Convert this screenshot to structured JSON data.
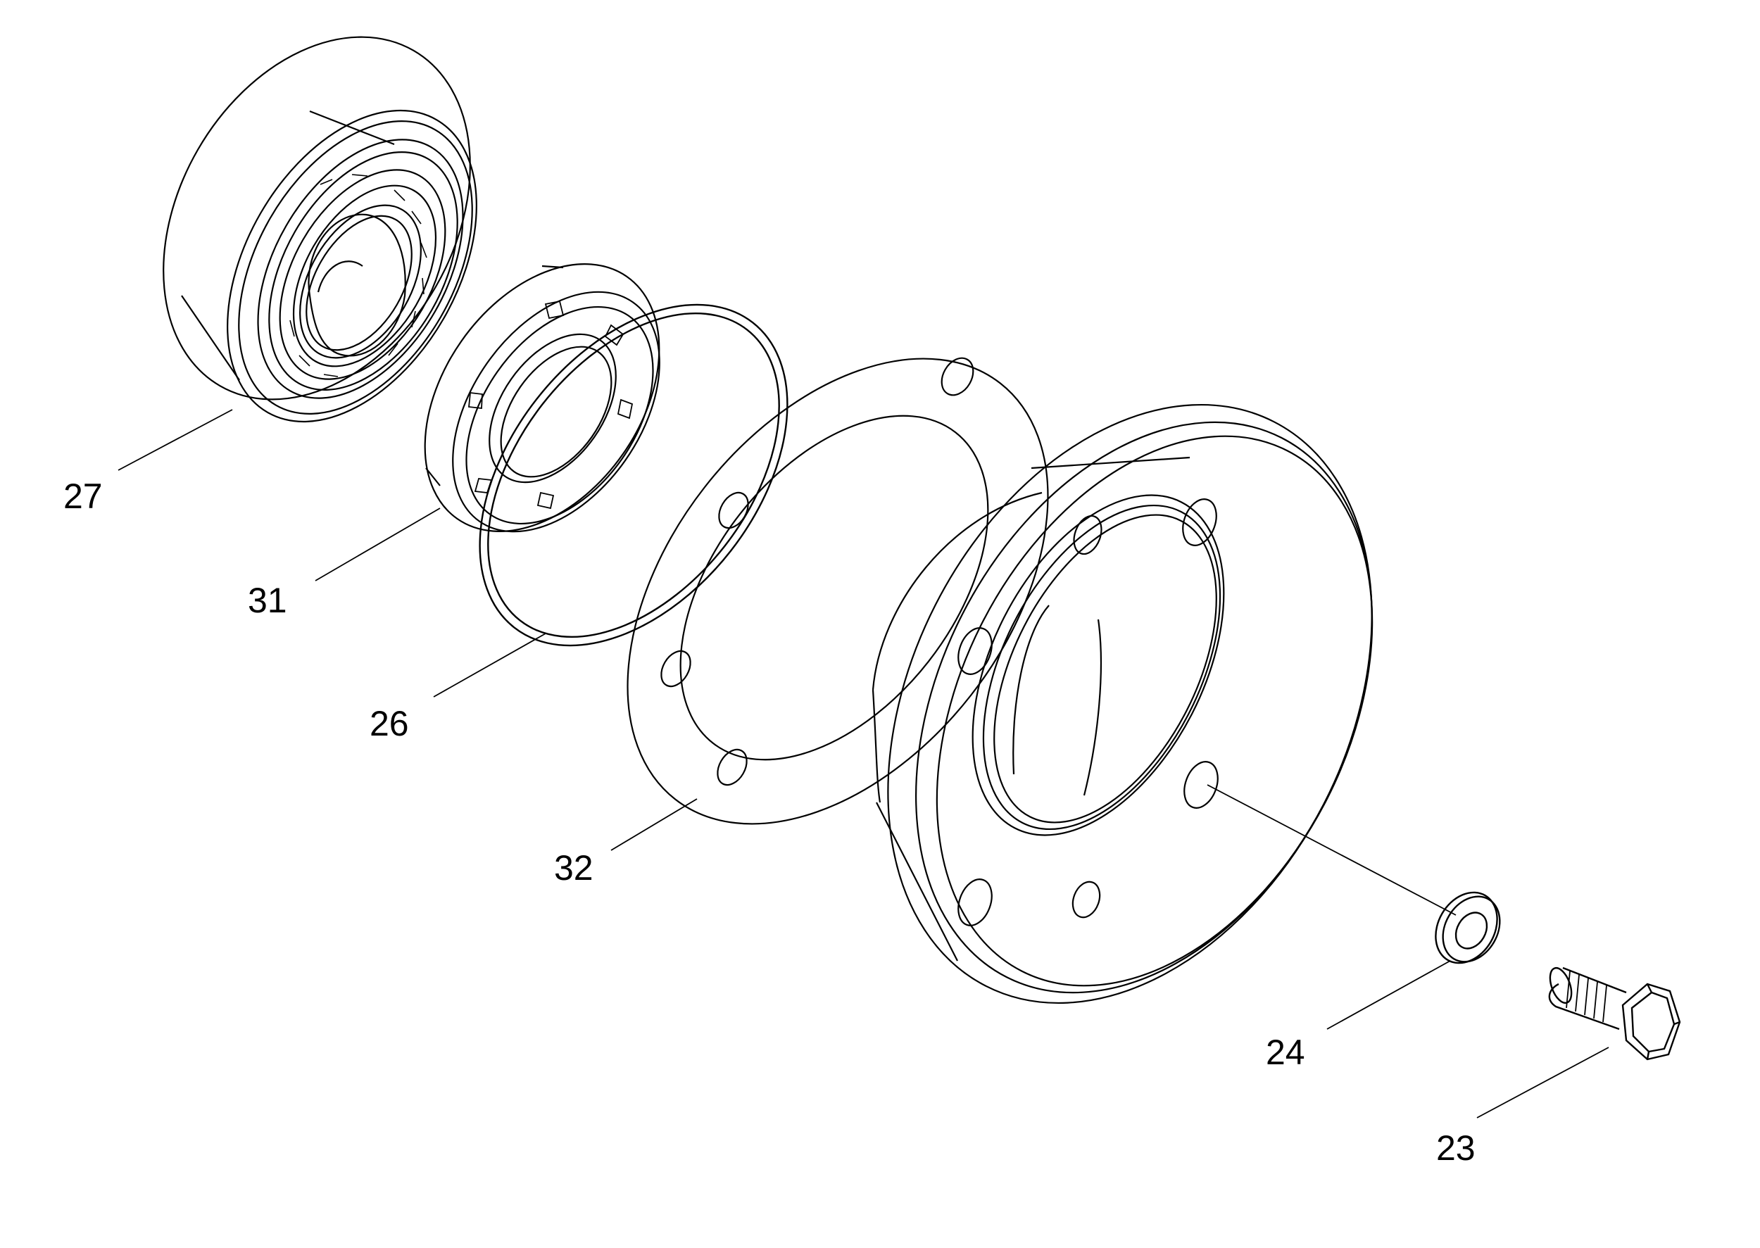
{
  "diagram": {
    "type": "exploded-parts-view",
    "line_color": "#000000",
    "background_color": "#ffffff",
    "callouts": [
      {
        "id": "27",
        "label": "27"
      },
      {
        "id": "31",
        "label": "31"
      },
      {
        "id": "26",
        "label": "26"
      },
      {
        "id": "32",
        "label": "32"
      },
      {
        "id": "24",
        "label": "24"
      },
      {
        "id": "23",
        "label": "23"
      }
    ],
    "parts": [
      {
        "callout": "27",
        "icon": "roller-bearing"
      },
      {
        "callout": "31",
        "icon": "oil-seal"
      },
      {
        "callout": "26",
        "icon": "o-ring"
      },
      {
        "callout": "32",
        "icon": "flat-gasket"
      },
      {
        "callout": "",
        "icon": "bearing-flange-housing"
      },
      {
        "callout": "24",
        "icon": "washer"
      },
      {
        "callout": "23",
        "icon": "hex-bolt"
      }
    ]
  }
}
